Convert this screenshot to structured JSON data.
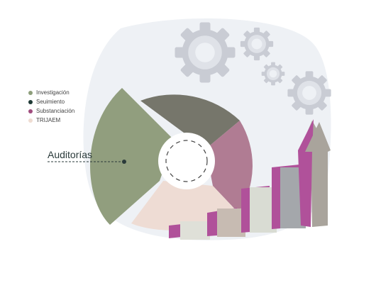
{
  "legend": {
    "items": [
      {
        "label": "Investigación",
        "color": "#8e9e7b"
      },
      {
        "label": "Seuimiento",
        "color": "#1f3a36"
      },
      {
        "label": "Substanciación",
        "color": "#a04d7e"
      },
      {
        "label": "TRIJAEM",
        "color": "#efdcd2"
      }
    ]
  },
  "callout": {
    "label": "Auditorías"
  },
  "colors": {
    "backdrop": "#eef1f5",
    "sage": "#919e7e",
    "taupe": "#76766b",
    "mauve": "#b07c93",
    "blush": "#eedcd4",
    "magenta": "#b0519a",
    "gear": "#c9ccd4"
  },
  "icons": [
    "gear-icon",
    "growth-arrow-icon",
    "donut-chart-icon"
  ]
}
